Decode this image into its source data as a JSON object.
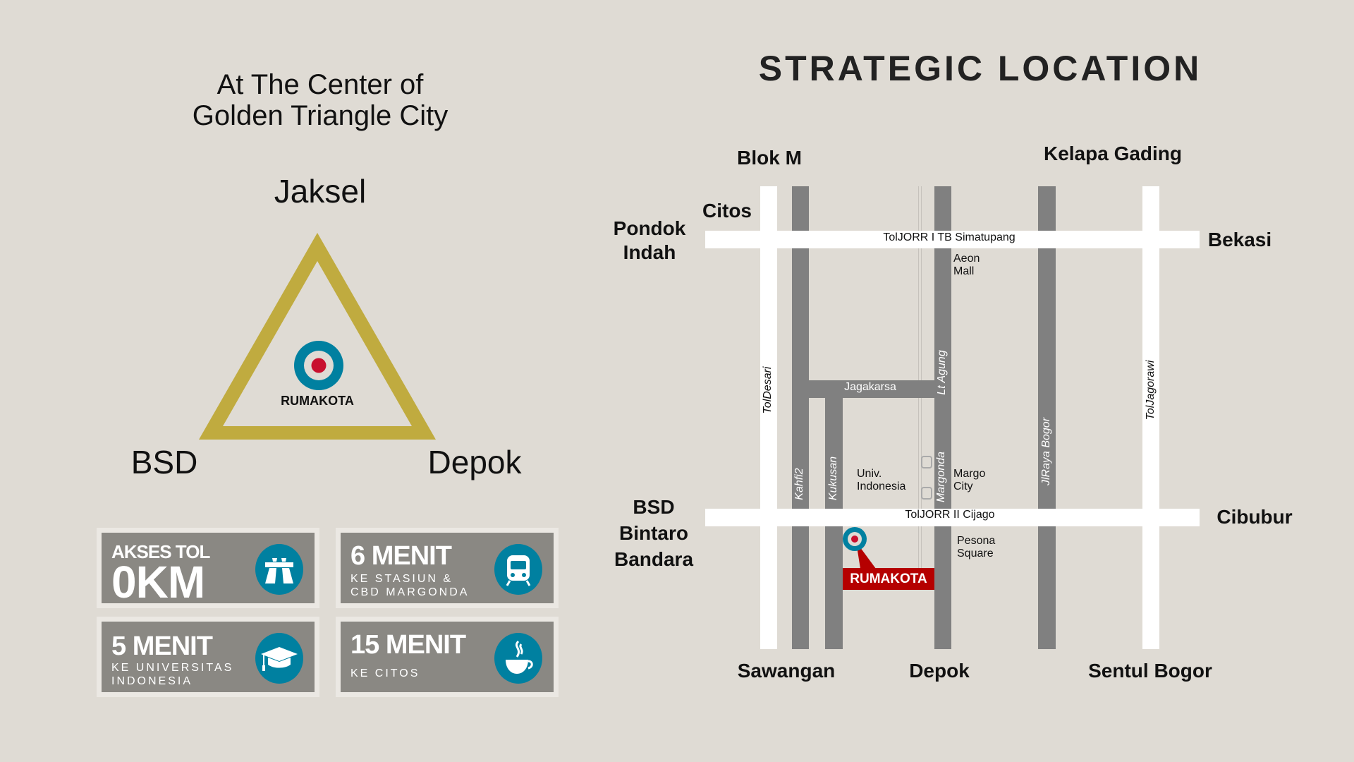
{
  "left": {
    "title_line1": "At The Center of",
    "title_line2": "Golden Triangle City",
    "top_city": "Jaksel",
    "left_city": "BSD",
    "right_city": "Depok",
    "center_label": "RUMAKOTA",
    "triangle_color": "#c0ab3f"
  },
  "cards": [
    {
      "headline": "AKSES TOL",
      "big": "0KM",
      "icon": "highway-icon"
    },
    {
      "headline": "6 MENIT",
      "sub1": "KE STASIUN &",
      "sub2": "CBD MARGONDA",
      "icon": "train-icon"
    },
    {
      "headline": "5 MENIT",
      "sub1": "KE UNIVERSITAS",
      "sub2": "INDONESIA",
      "icon": "graduation-cap-icon"
    },
    {
      "headline": "15 MENIT",
      "sub1": "KE CITOS",
      "icon": "coffee-cup-icon"
    }
  ],
  "map": {
    "title": "STRATEGIC LOCATION",
    "places": {
      "blok_m": "Blok M",
      "kelapa_gading": "Kelapa Gading",
      "citos": "Citos",
      "pondok1": "Pondok",
      "pondok2": "Indah",
      "bekasi": "Bekasi",
      "bsd1": "BSD",
      "bsd2": "Bintaro",
      "bsd3": "Bandara",
      "cibubur": "Cibubur",
      "sawangan": "Sawangan",
      "depok": "Depok",
      "sentul": "Sentul Bogor"
    },
    "roads": {
      "jorr1": "TolJORR I TB Simatupang",
      "jorr2": "TolJORR II Cijago",
      "jagakarsa": "Jagakarsa",
      "lt_agung": "Lt Agung",
      "margonda": "Margonda",
      "kahfi2": "Kahfi2",
      "kukusan": "Kukusan",
      "toldesari": "TolDesari",
      "jlraya": "JlRaya Bogor",
      "jagorawi": "TolJagorawi"
    },
    "poi": {
      "aeon1": "Aeon",
      "aeon2": "Mall",
      "ui1": "Univ.",
      "ui2": "Indonesia",
      "margo1": "Margo",
      "margo2": "City",
      "pesona1": "Pesona",
      "pesona2": "Square"
    },
    "marker_label": "RUMAKOTA",
    "marker_color": "#b50000",
    "accent": "#0080a0"
  }
}
